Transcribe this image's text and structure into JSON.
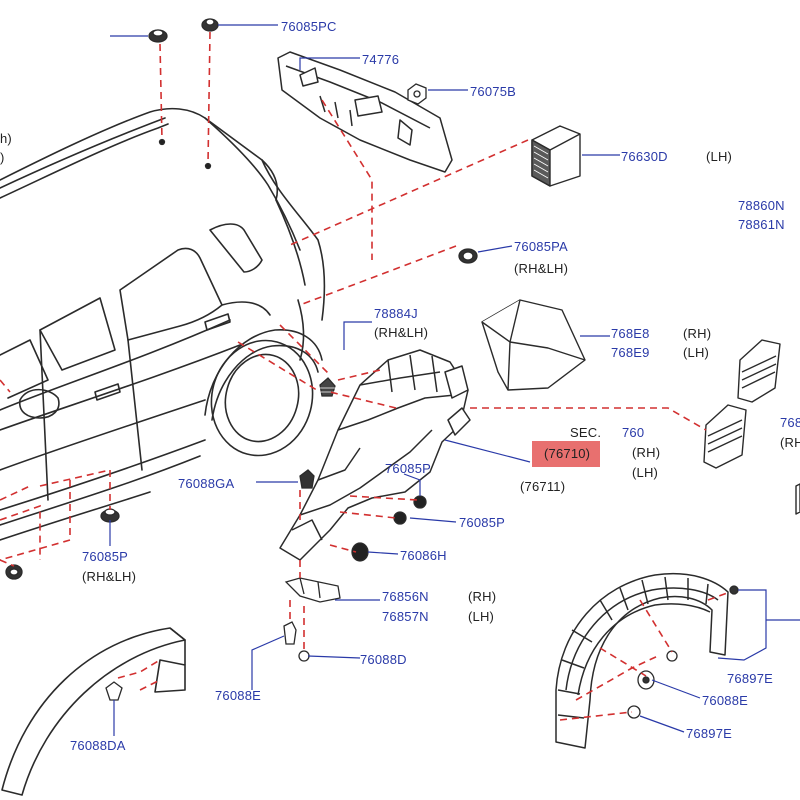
{
  "diagram": {
    "accent_color": "#2a3aa8",
    "leader_color": "#d23030",
    "highlight_color": "#e8706f",
    "parts": {
      "p76085PC": "76085PC",
      "p74776": "74776",
      "p76075B": "76075B",
      "p76630D": "76630D",
      "p78860N": "78860N",
      "p78861N": "78861N",
      "p76085PA": "76085PA",
      "p78884J": "78884J",
      "p768E8": "768E8",
      "p768E9": "768E9",
      "sec_label": "SEC.",
      "sec_num": "760",
      "p76710": "(76710)",
      "p76711": "(76711)",
      "p76088GA": "76088GA",
      "p76085P_a": "76085P",
      "p76085P_b": "76085P",
      "p76085P_c": "76085P",
      "p76086H": "76086H",
      "p76856N": "76856N",
      "p76857N": "76857N",
      "p76088D": "76088D",
      "p76088E_a": "76088E",
      "p76088E_b": "76088E",
      "p76088DA": "76088DA",
      "p76897E_a": "76897E",
      "p76897E_b": "76897E",
      "cut_768": "768",
      "cut_rh": "(RH"
    },
    "sides": {
      "lh_76630D": "(LH)",
      "rhlh_76085PA": "(RH&LH)",
      "rhlh_78884J": "(RH&LH)",
      "rh_768E8": "(RH)",
      "lh_768E9": "(LH)",
      "rh_76710": "(RH)",
      "lh_76711": "(LH)",
      "rhlh_76085P": "(RH&LH)",
      "rh_76856N": "(RH)",
      "lh_76857N": "(LH)",
      "cut_h": "h)",
      "cut_paren": ")"
    }
  }
}
